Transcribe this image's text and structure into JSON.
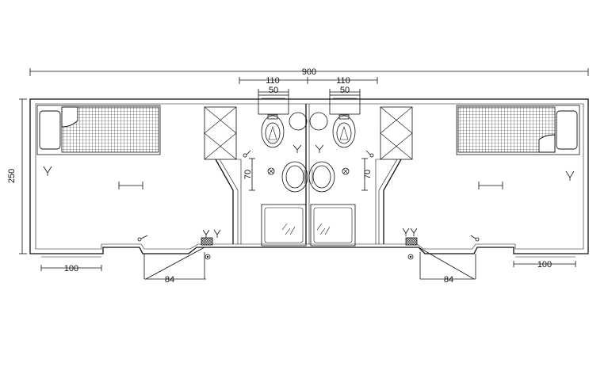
{
  "dimensions": {
    "overall_width": "900",
    "overall_height": "250",
    "basin_spacing_left": "110",
    "basin_spacing_right": "110",
    "cistern_left": "50",
    "cistern_right": "50",
    "shower_wall_left": "70",
    "shower_wall_right": "70",
    "door_left": "84",
    "door_right": "84",
    "window_left": "100",
    "window_right": "100"
  }
}
